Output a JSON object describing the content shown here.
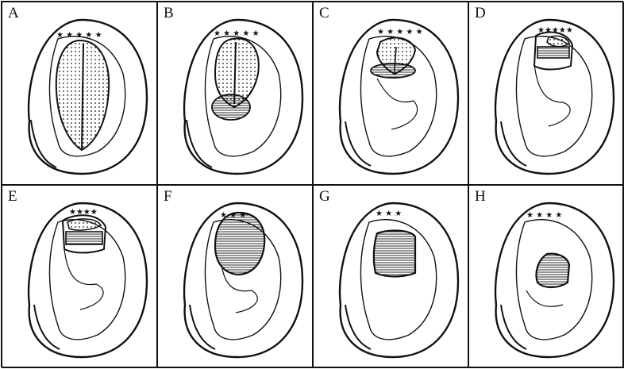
{
  "figure": {
    "panels": [
      {
        "label": "A",
        "stage": "A"
      },
      {
        "label": "B",
        "stage": "B"
      },
      {
        "label": "C",
        "stage": "C"
      },
      {
        "label": "D",
        "stage": "D"
      },
      {
        "label": "E",
        "stage": "E"
      },
      {
        "label": "F",
        "stage": "F"
      },
      {
        "label": "G",
        "stage": "G"
      },
      {
        "label": "H",
        "stage": "H"
      }
    ]
  }
}
